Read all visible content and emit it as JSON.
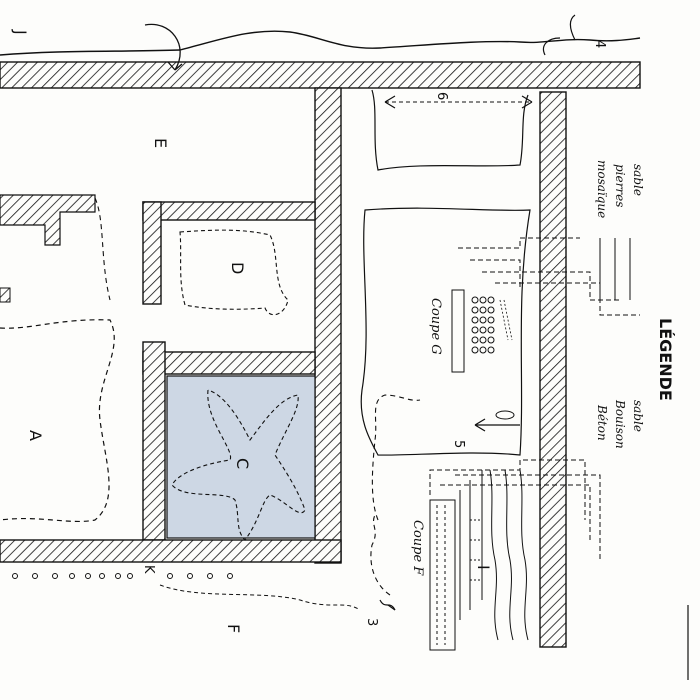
{
  "zones": {
    "a": "A",
    "c": "C",
    "d": "D",
    "e": "E",
    "f": "F",
    "i": "I",
    "j": "J",
    "k": "K",
    "n3": "3",
    "n4": "4",
    "n5": "5",
    "n6": "6"
  },
  "sections": {
    "g": {
      "title": "Coupe G",
      "layers": [
        "mosaïque",
        "pierres",
        "sable"
      ]
    },
    "f": {
      "title": "Coupe F",
      "layers": [
        "Béton",
        "Bouison",
        "sable"
      ]
    }
  },
  "legend": {
    "title": "LÉGENDE"
  },
  "colors": {
    "ink": "#111111",
    "basin_fill": "#cdd7e4",
    "paper": "#fdfdfb"
  }
}
